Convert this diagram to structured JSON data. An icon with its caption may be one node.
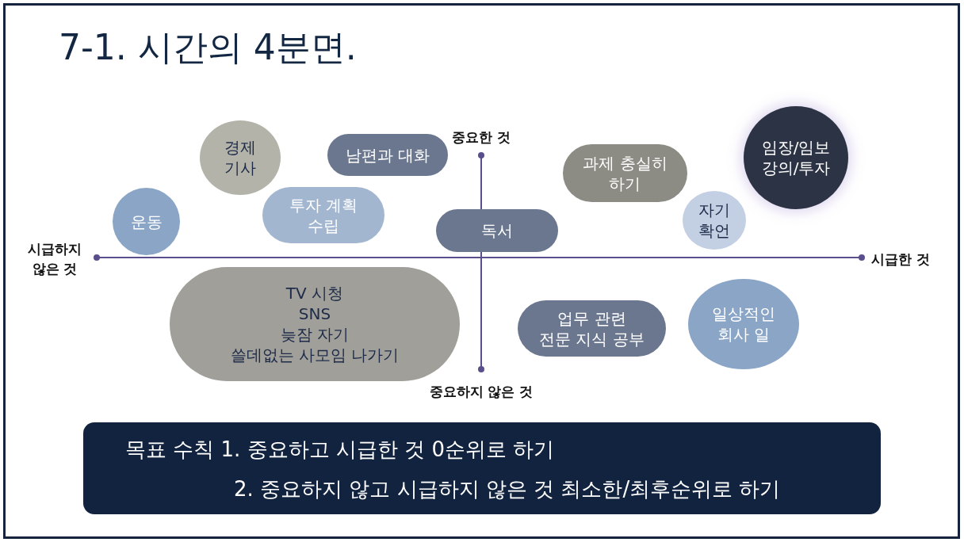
{
  "diagram": {
    "title": "7-1. 시간의 4분면.",
    "nodes": [
      {
        "text": [
          "경제 기사"
        ]
      },
      {
        "text": [
          "남편과 대화"
        ]
      },
      {
        "text": [
          "과제 충실히 하기"
        ]
      },
      {
        "text": [
          "임장/임보 강의/투자"
        ]
      },
      {
        "text": [
          "운동"
        ]
      },
      {
        "text": [
          "투자 계획 수립"
        ]
      },
      {
        "text": [
          "독서"
        ]
      },
      {
        "text": [
          "자기 확언"
        ]
      },
      {
        "text": [
          "TV 시청",
          "SNS",
          "늦잠 자기",
          "쓸데없는 사모임 나가기"
        ]
      },
      {
        "text": [
          "업무 관련 전문 지식 공부"
        ]
      },
      {
        "text": [
          "일상적인 회사 일"
        ]
      },
      {
        "text": [
          "목표 수칙 1. 중요하고 시급한 것 0순위로 하기",
          "2. 중요하지 않고 시급하지 않은 것 최소한/최후순위로 하기"
        ]
      }
    ],
    "labels": [
      "중요한 것",
      "시급하지 않은 것",
      "시급한 것",
      "중요하지 않은 것"
    ]
  }
}
